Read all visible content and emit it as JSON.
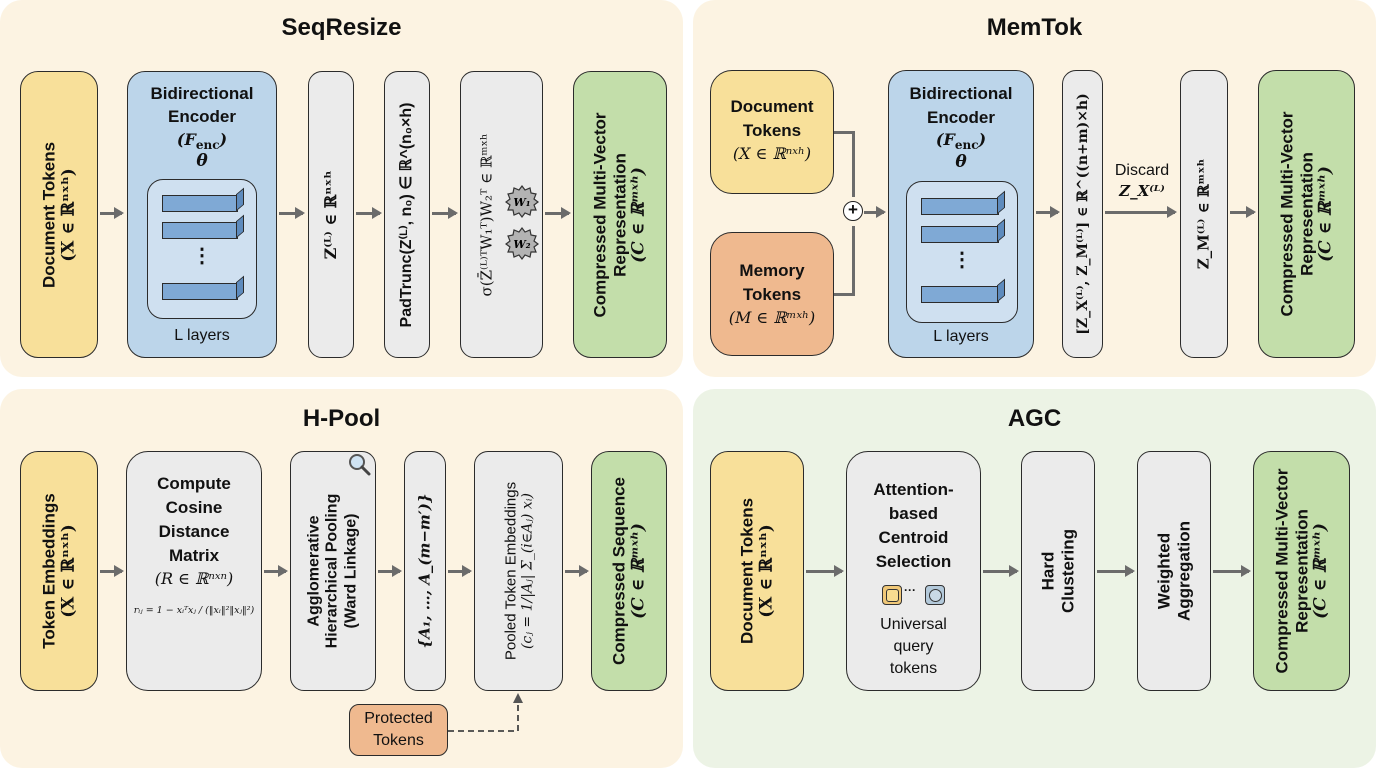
{
  "colors": {
    "panel_warm": "#fcf3e2",
    "panel_green": "#ecf3e5",
    "input_yellow": "#f8e09a",
    "encoder_blue": "#bcd5ea",
    "output_green": "#c3deaa",
    "memory_orange": "#efb98f",
    "step_gray": "#ebebeb",
    "arrow_gray": "#6b6b6b"
  },
  "seqresize": {
    "title": "SeqResize",
    "input": {
      "label": "Document Tokens",
      "math": "(X ∈ ℝⁿˣʰ)"
    },
    "encoder": {
      "line1": "Bidirectional",
      "line2": "Encoder",
      "func": "(F",
      "func_sub": "enc",
      "func_close": ")",
      "param": "θ",
      "layers_label": "L layers",
      "dots": "⋮"
    },
    "step1": {
      "math": "Z⁽ᴸ⁾ ∈ ℝⁿˣʰ"
    },
    "step2": {
      "label": "PadTrunc(Z⁽ᴸ⁾, n₀) ∈ ℝ^(n₀×h)"
    },
    "step3": {
      "math": "σ(Z̄⁽ᴸ⁾ᵀW₁ᵀ)W₂ᵀ ∈ ℝᵐˣʰ",
      "gear1": "W₁",
      "gear2": "W₂"
    },
    "output": {
      "line1": "Compressed Multi-Vector",
      "line2": "Representation",
      "math": "(C ∈ ℝᵐˣʰ)"
    }
  },
  "memtok": {
    "title": "MemTok",
    "doc_input": {
      "line1": "Document",
      "line2": "Tokens",
      "math": "(X ∈ ℝⁿˣʰ)"
    },
    "mem_input": {
      "line1": "Memory",
      "line2": "Tokens",
      "math": "(M ∈ ℝᵐˣʰ)"
    },
    "combine_symbol": "+",
    "encoder": {
      "line1": "Bidirectional",
      "line2": "Encoder",
      "func": "(F",
      "func_sub": "enc",
      "func_close": ")",
      "param": "θ",
      "layers_label": "L layers",
      "dots": "⋮"
    },
    "step1": {
      "math": "[Z_X⁽ᴸ⁾, Z_M⁽ᴸ⁾] ∈ ℝ^((n+m)×h)"
    },
    "discard": {
      "label": "Discard",
      "math": "Z_X⁽ᴸ⁾"
    },
    "step2": {
      "math": "Z_M⁽ᴸ⁾ ∈ ℝᵐˣʰ"
    },
    "output": {
      "line1": "Compressed Multi-Vector",
      "line2": "Representation",
      "math": "(C ∈ ℝᵐˣʰ)"
    }
  },
  "hpool": {
    "title": "H-Pool",
    "input": {
      "label": "Token Embeddings",
      "math": "(X ∈ ℝⁿˣʰ)"
    },
    "cosine": {
      "line1": "Compute",
      "line2": "Cosine",
      "line3": "Distance",
      "line4": "Matrix",
      "math": "(R ∈ ℝⁿˣⁿ)",
      "formula": "rᵢⱼ = 1 − xᵢᵀxⱼ / (‖xᵢ‖²‖xⱼ‖²)"
    },
    "agglomerative": {
      "line1": "Agglomerative",
      "line2": "Hierarchical Pooling",
      "line3": "(Ward Linkage)"
    },
    "clusters": {
      "math": "{A₁, …, A_(m−m′)}"
    },
    "pooled": {
      "label": "Pooled Token Embeddings",
      "math": "(cⱼ = 1/|Aⱼ| Σ_(i∈Aⱼ) xᵢ)"
    },
    "output": {
      "label": "Compressed Sequence",
      "math": "(C ∈ ℝᵐˣʰ)"
    },
    "protected": {
      "line1": "Protected",
      "line2": "Tokens"
    }
  },
  "agc": {
    "title": "AGC",
    "input": {
      "label": "Document Tokens",
      "math": "(X ∈ ℝⁿˣʰ)"
    },
    "centroid": {
      "line1": "Attention-",
      "line2": "based",
      "line3": "Centroid",
      "line4": "Selection",
      "ellipsis": "···",
      "sub1": "Universal",
      "sub2": "query",
      "sub3": "tokens"
    },
    "hard": {
      "line1": "Hard",
      "line2": "Clustering"
    },
    "weighted": {
      "line1": "Weighted",
      "line2": "Aggregation"
    },
    "output": {
      "line1": "Compressed Multi-Vector",
      "line2": "Representation",
      "math": "(C ∈ ℝᵐˣʰ)"
    }
  }
}
